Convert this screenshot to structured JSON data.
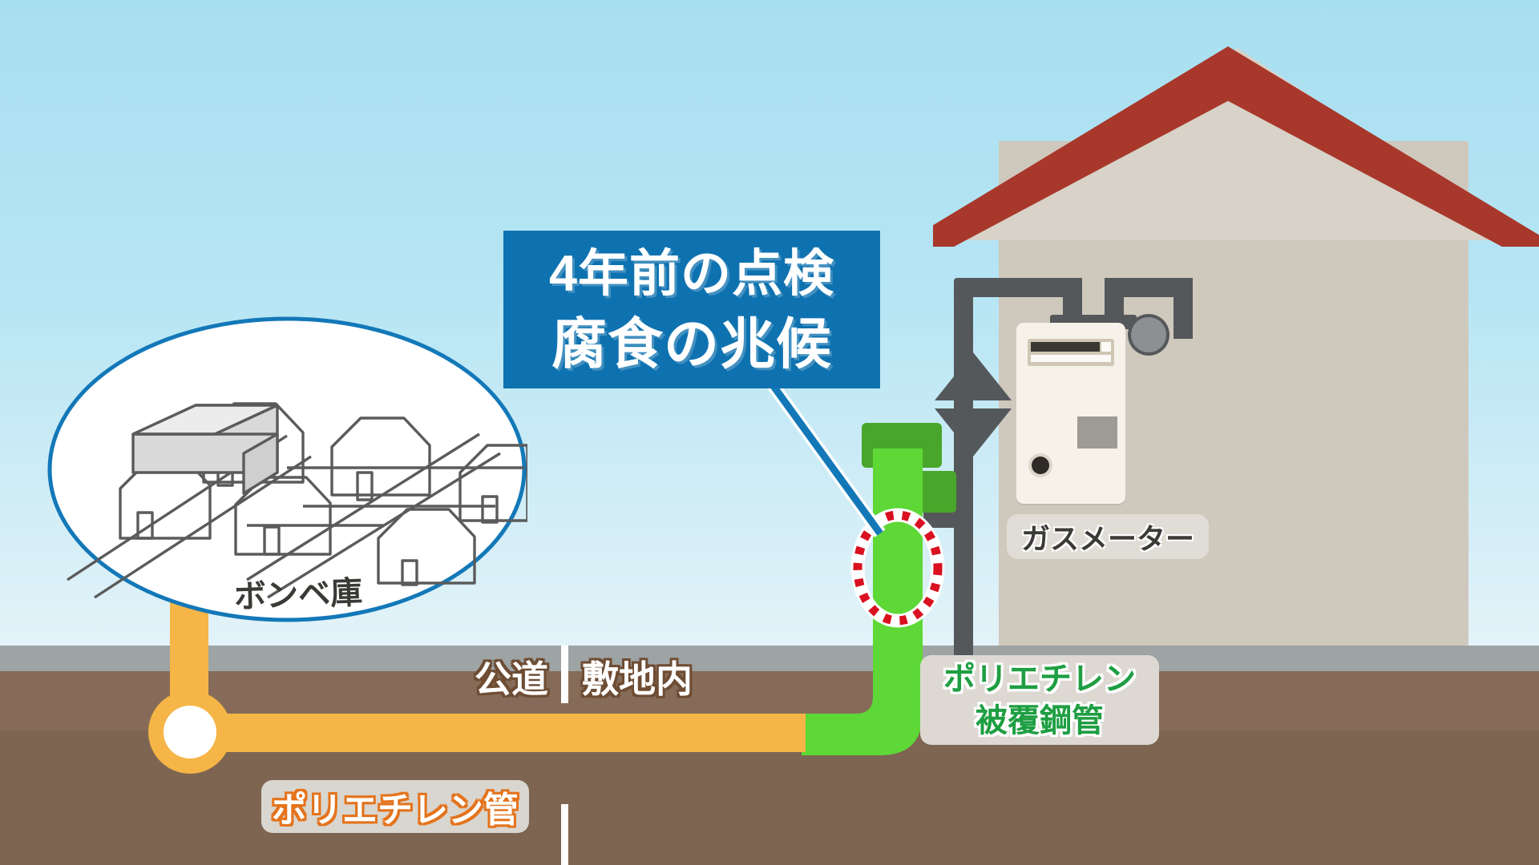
{
  "diagram": {
    "title_visible": false
  },
  "callout": {
    "line1": "4年前の点検",
    "line2": "腐食の兆候",
    "bg_color": "#0f72b0",
    "text_color": "#ffffff"
  },
  "labels": {
    "gas_meter": "ガスメーター",
    "pe_coated_steel_pipe_line1": "ポリエチレン",
    "pe_coated_steel_pipe_line2": "被覆鋼管",
    "pe_pipe": "ポリエチレン管",
    "bonbe_ko": "ボンベ庫",
    "zone_public_road": "公道",
    "zone_premises": "敷地内"
  },
  "colors": {
    "sky": "#b4e4f2",
    "road_strip": "#9ea3a4",
    "soil": "#7d6552",
    "soil_light": "#866c58",
    "house_wall": "#cfc8bd",
    "roof": "#a8382b",
    "gable": "#d8d2c8",
    "pipe_dark": "#55585a",
    "pipe_green": "#5dd836",
    "pipe_green_dark": "#4aa62a",
    "pipe_orange": "#f5b547",
    "callout_blue": "#0f72b0",
    "mark_red": "#d9101f",
    "label_green_text": "#1e9e42",
    "label_orange_text": "#e4731c",
    "zone_text_outline": "#6e4d34"
  },
  "icons": {
    "oval_inset": "neighborhood-houses-illustration",
    "bonbe_box": "gas-cylinder-storage-box",
    "valve": "pipe-junction-valve",
    "corrosion_mark": "red-dotted-ellipse-marker",
    "arrow": "gas-flow-arrow",
    "meter": "gas-meter-unit"
  }
}
